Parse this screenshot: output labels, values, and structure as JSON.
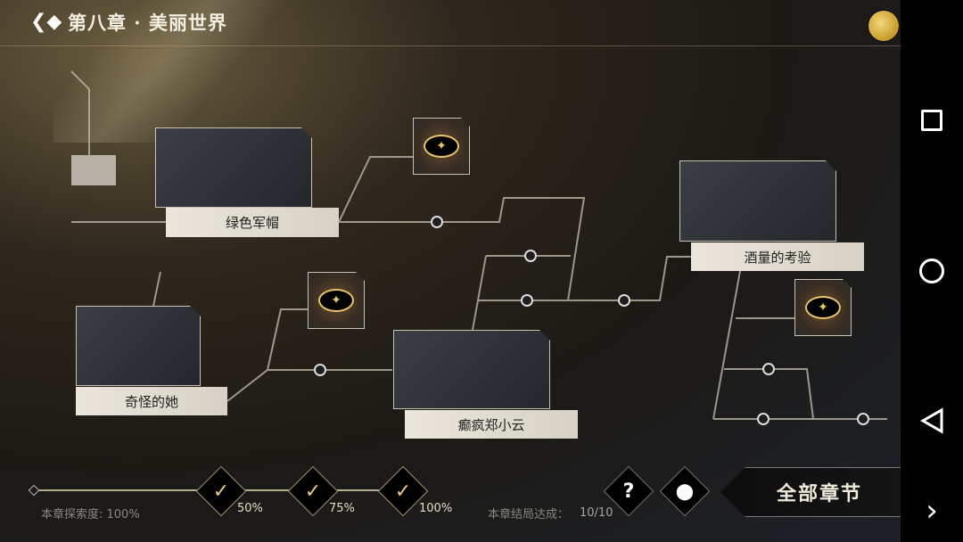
{
  "header": {
    "title": "第八章 · 美丽世界",
    "back_icon": "back-diamond-icon",
    "coin_icon": "gold-coin-icon"
  },
  "nodes": [
    {
      "label": "绿色军帽"
    },
    {
      "label": "奇怪的她"
    },
    {
      "label": "癫疯郑小云"
    },
    {
      "label": "酒量的考验"
    }
  ],
  "progress": {
    "exploration_label": "本章探索度: 100%",
    "exploration_value": 100,
    "milestones": [
      "50%",
      "75%",
      "100%"
    ],
    "ending_label": "本章结局达成：",
    "ending_value": "10/10"
  },
  "buttons": {
    "help": "?",
    "all_chapters": "全部章节"
  },
  "nav": {
    "forward": "›"
  }
}
